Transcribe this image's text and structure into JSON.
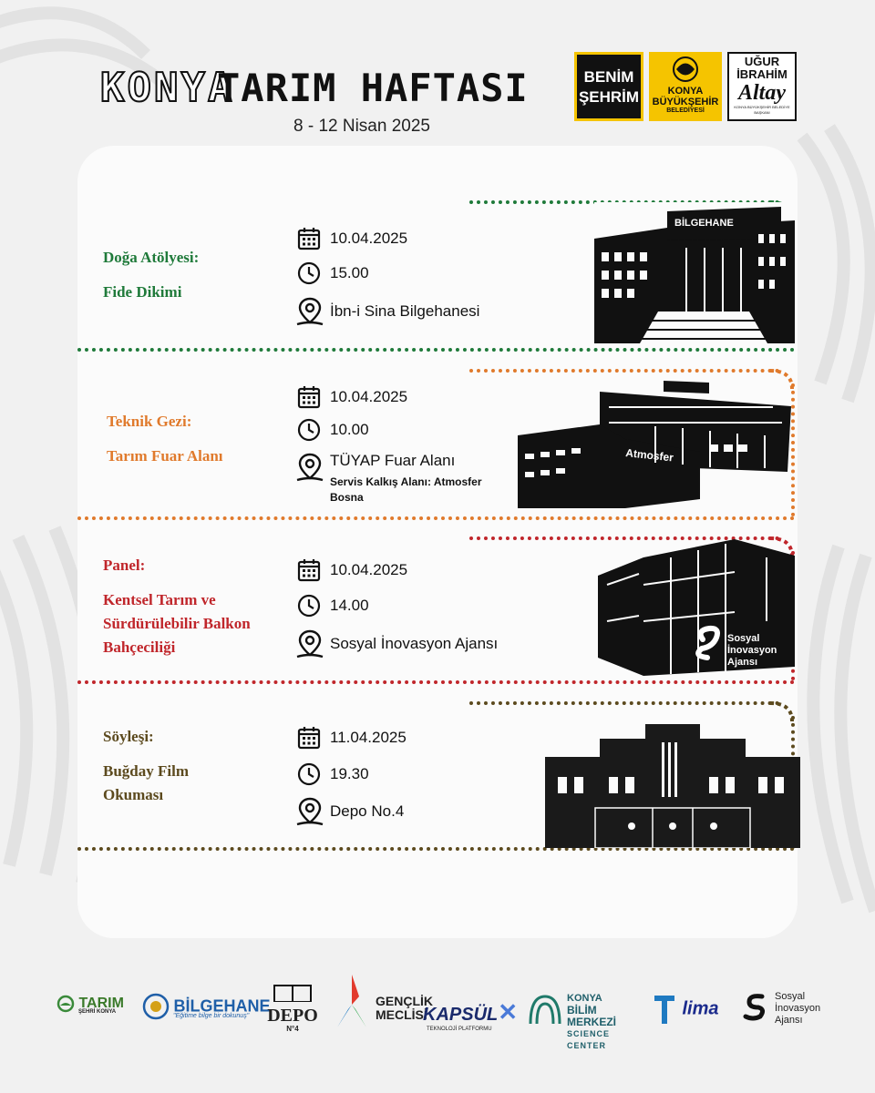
{
  "header": {
    "title_konya": "KONYA",
    "title_main": "TARIM HAFTASI",
    "dates": "8 - 12 Nisan 2025"
  },
  "logos": {
    "benim_line1": "BENİM",
    "benim_line2": "ŞEHRİM",
    "kbb_line1": "KONYA",
    "kbb_line2": "BÜYÜKŞEHİR",
    "kbb_line3": "BELEDİYESİ",
    "ugur_line1": "UĞUR",
    "ugur_line2": "İBRAHİM",
    "ugur_line3": "Altay",
    "ugur_line4": "KONYA BÜYÜKŞEHİR BELEDİYE BAŞKANI"
  },
  "events": [
    {
      "title_line1": "Doğa Atölyesi:",
      "title_line2": "Fide Dikimi",
      "date": "10.04.2025",
      "time": "15.00",
      "place": "İbn-i Sina Bilgehanesi",
      "color": "#1f7a3a",
      "building_label": "BİLGEHANE"
    },
    {
      "title_line1": "Teknik Gezi:",
      "title_line2": "Tarım Fuar Alanı",
      "date": "10.04.2025",
      "time": "10.00",
      "place": "TÜYAP Fuar Alanı",
      "place_sub1": "Servis Kalkış Alanı: Atmosfer",
      "place_sub2": "Bosna",
      "color": "#e07a2c",
      "building_label": "Atmosfer"
    },
    {
      "title_line1": "Panel:",
      "title_line2": "Kentsel Tarım ve",
      "title_line3": "Sürdürülebilir Balkon",
      "title_line4": "Bahçeciliği",
      "date": "10.04.2025",
      "time": "14.00",
      "place": "Sosyal İnovasyon Ajansı",
      "color": "#c0262b",
      "building_label1": "Sosyal",
      "building_label2": "İnovasyon",
      "building_label3": "Ajansı"
    },
    {
      "title_line1": "Söyleşi:",
      "title_line2": "Buğday Film",
      "title_line3": "Okuması",
      "date": "11.04.2025",
      "time": "19.30",
      "place": "Depo No.4",
      "color": "#5c4a1e"
    }
  ],
  "footer": {
    "tarim": "TARIM",
    "tarim_sub": "ŞEHRİ KONYA",
    "bilgehane": "BİLGEHANE",
    "bilgehane_sub": "\"Eğitime bilge bir dokunuş\"",
    "depo": "DEPO",
    "depo_sub": "N°4",
    "genclik1": "GENÇLİK",
    "genclik2": "MECLİSİ",
    "kapsul": "KAPSÜL",
    "kapsul_sub": "TEKNOLOJİ PLATFORMU",
    "bilim1": "KONYA",
    "bilim2": "BİLİM MERKEZİ",
    "bilim3": "SCIENCE CENTER",
    "lima": "lima",
    "sia1": "Sosyal",
    "sia2": "İnovasyon",
    "sia3": "Ajansı"
  }
}
